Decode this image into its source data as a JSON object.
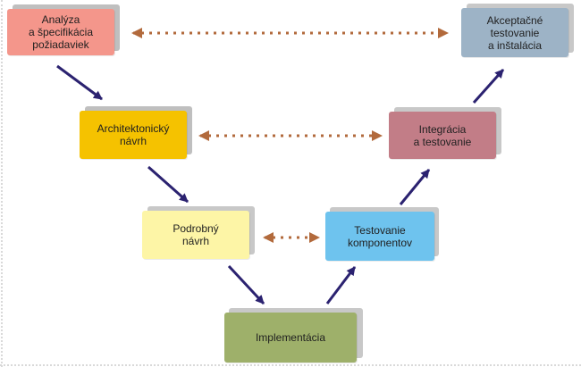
{
  "diagram": {
    "nodes": [
      {
        "id": "analysis",
        "label": "Analýza\na špecifikácia\npožiadaviek",
        "color": "#f4968b",
        "shadow_color": "#bfbfbf"
      },
      {
        "id": "architecture",
        "label": "Architektonický\nnávrh",
        "color": "#f5c200",
        "shadow_color": "#bfbfbf"
      },
      {
        "id": "detailed-design",
        "label": "Podrobný\nnávrh",
        "color": "#fdf5a6",
        "shadow_color": "#c8c8c8"
      },
      {
        "id": "implementation",
        "label": "Implementácia",
        "color": "#9eb06a",
        "shadow_color": "#c8c8c8"
      },
      {
        "id": "component-testing",
        "label": "Testovanie\nkomponentov",
        "color": "#6ec3ee",
        "shadow_color": "#c8c8c8"
      },
      {
        "id": "integration",
        "label": "Integrácia\na testovanie",
        "color": "#c27d87",
        "shadow_color": "#c8c8c8"
      },
      {
        "id": "acceptance",
        "label": "Akceptačné\ntestovanie\na inštalácia",
        "color": "#9db3c6",
        "shadow_color": "#c8c8c8"
      }
    ],
    "edges": [
      {
        "from": "analysis",
        "to": "architecture",
        "style": "solid-arrow"
      },
      {
        "from": "architecture",
        "to": "detailed-design",
        "style": "solid-arrow"
      },
      {
        "from": "detailed-design",
        "to": "implementation",
        "style": "solid-arrow"
      },
      {
        "from": "implementation",
        "to": "component-testing",
        "style": "solid-arrow"
      },
      {
        "from": "component-testing",
        "to": "integration",
        "style": "solid-arrow"
      },
      {
        "from": "integration",
        "to": "acceptance",
        "style": "solid-arrow"
      },
      {
        "from": "analysis",
        "to": "acceptance",
        "style": "dotted-double-arrow"
      },
      {
        "from": "architecture",
        "to": "integration",
        "style": "dotted-double-arrow"
      },
      {
        "from": "detailed-design",
        "to": "component-testing",
        "style": "dotted-double-arrow"
      }
    ]
  },
  "colors": {
    "solid_arrow": "#2b2270",
    "dotted_arrow": "#b26a3c",
    "text": "#1f1f1f",
    "frame_rule": "#d9d9d9"
  }
}
